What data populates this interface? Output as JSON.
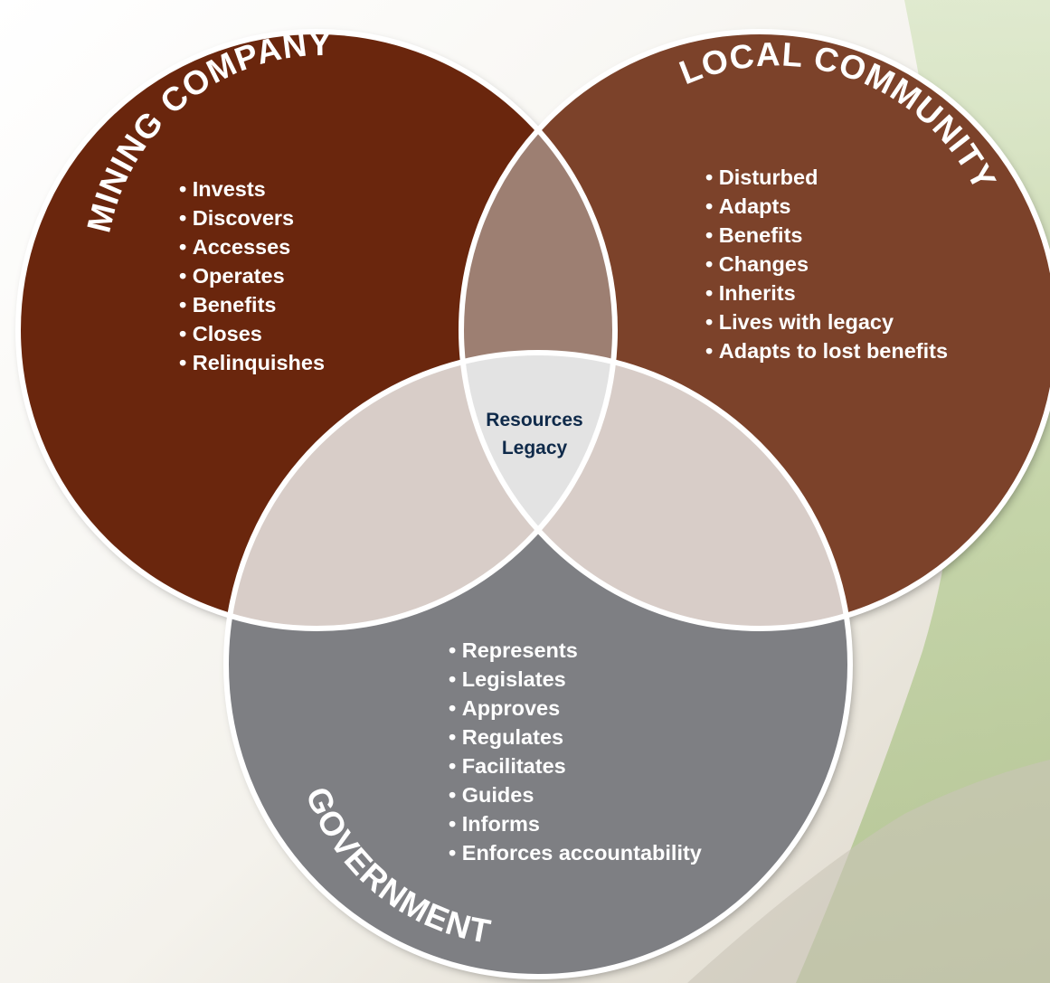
{
  "diagram": {
    "circles": [
      {
        "id": "mining",
        "title": "MINING COMPANY",
        "color": "#6b2708",
        "items": [
          "Invests",
          "Discovers",
          "Accesses",
          "Operates",
          "Benefits",
          "Closes",
          "Relinquishes"
        ]
      },
      {
        "id": "community",
        "title": "LOCAL COMMUNITY",
        "color": "#7b432b",
        "items": [
          "Disturbed",
          "Adapts",
          "Benefits",
          "Changes",
          "Inherits",
          "Lives with legacy",
          "Adapts to lost benefits"
        ]
      },
      {
        "id": "government",
        "title": "GOVERNMENT",
        "color": "#7e7f83",
        "items": [
          "Represents",
          "Legislates",
          "Approves",
          "Regulates",
          "Facilitates",
          "Guides",
          "Informs",
          "Enforces accountability"
        ]
      }
    ],
    "center": {
      "line1": "Resources",
      "line2": "Legacy",
      "text_color": "#0f2a4a",
      "fill": "#e3e3e3"
    },
    "overlap_colors": {
      "mining_community": "#9d7f72",
      "mining_government": "#d8cdc8",
      "community_government": "#d8cdc8"
    }
  }
}
